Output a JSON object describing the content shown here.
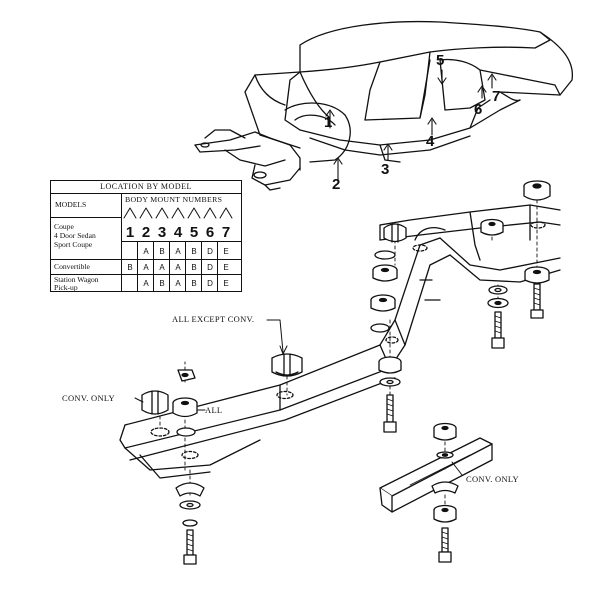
{
  "table": {
    "title": "LOCATION BY MODEL",
    "models_header": "MODELS",
    "mount_header": "BODY MOUNT NUMBERS",
    "mount_numbers": [
      "1",
      "2",
      "3",
      "4",
      "5",
      "6",
      "7"
    ],
    "rows": [
      {
        "models": [
          "Coupe",
          "4 Door Sedan",
          "Sport Coupe"
        ],
        "cells": [
          "",
          "A",
          "B",
          "A",
          "B",
          "D",
          "E"
        ]
      },
      {
        "models": [
          "Convertible"
        ],
        "cells": [
          "B",
          "A",
          "A",
          "A",
          "B",
          "D",
          "E"
        ]
      },
      {
        "models": [
          "Station Wagon",
          "Pick-up"
        ],
        "cells": [
          "",
          "A",
          "B",
          "A",
          "B",
          "D",
          "E"
        ]
      }
    ]
  },
  "callouts": [
    "1",
    "2",
    "3",
    "4",
    "5",
    "6",
    "7"
  ],
  "labels": {
    "all_except_conv": "ALL EXCEPT CONV.",
    "conv_only_left": "CONV. ONLY",
    "all": "ALL",
    "conv_only_right": "CONV. ONLY"
  }
}
